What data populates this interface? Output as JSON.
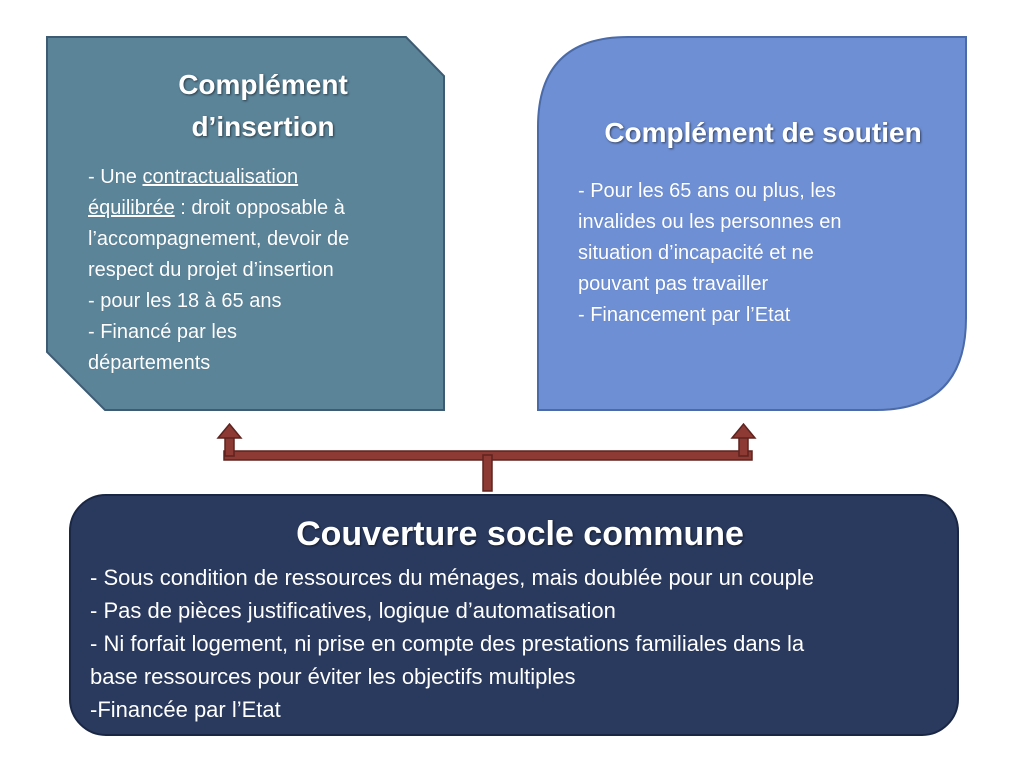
{
  "colors": {
    "left_box": "#5b8499",
    "right_box": "#6e8fd4",
    "bottom_box": "#2a3a5f",
    "connector": "#8c3a33"
  },
  "left_box": {
    "title_line1": "Complément",
    "title_line2": "d’insertion",
    "line1_prefix": "- Une ",
    "line1_underlined": "contractualisation",
    "line2_underlined": "équilibrée",
    "line2_rest": " : droit opposable à",
    "line3": "l’accompagnement, devoir de",
    "line4": "respect du projet d’insertion",
    "line5": "- pour les 18 à 65 ans",
    "line6": "- Financé par les",
    "line7": "départements"
  },
  "right_box": {
    "title": "Complément de soutien",
    "line1": "- Pour les 65 ans ou plus, les",
    "line2": "invalides ou les personnes en",
    "line3": "situation d’incapacité et ne",
    "line4": "pouvant pas travailler",
    "line5": "- Financement par l’Etat"
  },
  "bottom_box": {
    "title": "Couverture socle commune",
    "line1": "- Sous condition de ressources du ménages, mais doublée pour un couple",
    "line2": "- Pas de pièces justificatives, logique d’automatisation",
    "line3": "- Ni forfait logement, ni prise en compte des prestations familiales dans la",
    "line4": "base ressources pour éviter les objectifs multiples",
    "line5": "-Financée par l’Etat"
  }
}
